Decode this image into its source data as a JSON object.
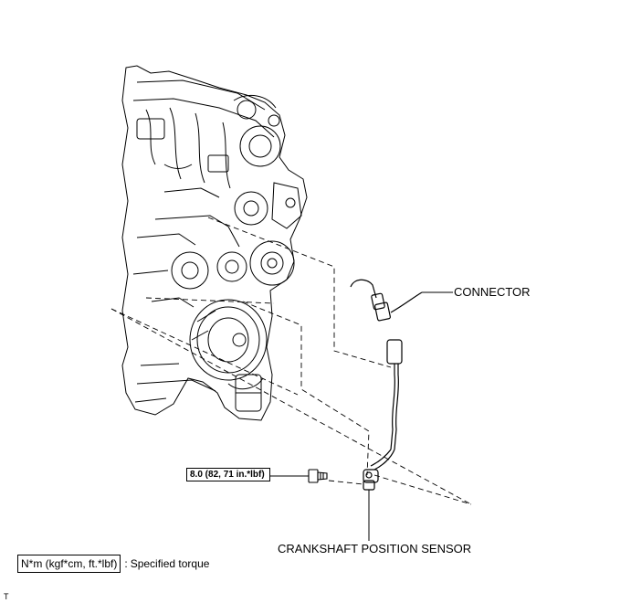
{
  "labels": {
    "connector": "CONNECTOR",
    "sensor": "CRANKSHAFT POSITION SENSOR",
    "torque_value": "8.0 (82, 71 in.*lbf)"
  },
  "legend": {
    "unit": "N*m (kgf*cm, ft.*lbf)",
    "separator": ":",
    "description": "Specified torque"
  },
  "corner_mark": "T",
  "colors": {
    "ink": "#000000",
    "background": "#ffffff"
  }
}
